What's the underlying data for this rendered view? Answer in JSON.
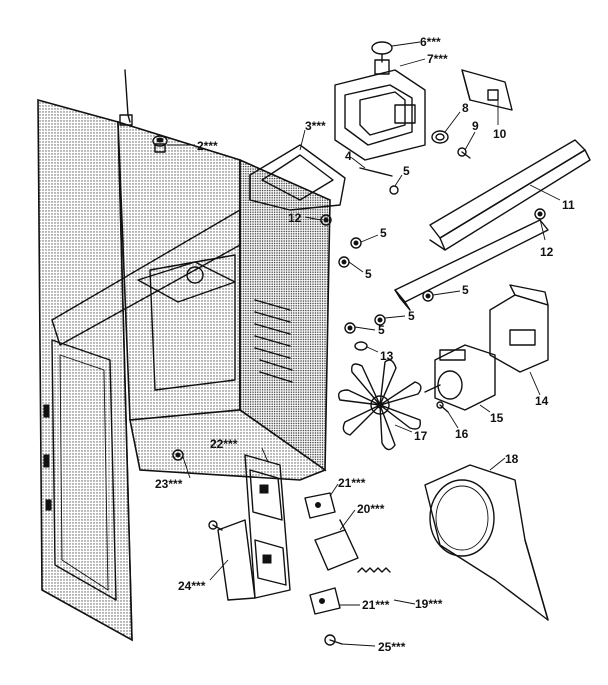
{
  "colors": {
    "ink": "#111111",
    "paper": "#ffffff",
    "stipple": "#8a8a8a"
  },
  "labels": [
    {
      "id": "p6",
      "text": "6***"
    },
    {
      "id": "p7",
      "text": "7***"
    },
    {
      "id": "p2",
      "text": "2***"
    },
    {
      "id": "p3",
      "text": "3***"
    },
    {
      "id": "p8",
      "text": "8"
    },
    {
      "id": "p9",
      "text": "9"
    },
    {
      "id": "p10",
      "text": "10"
    },
    {
      "id": "p4",
      "text": "4"
    },
    {
      "id": "p5a",
      "text": "5"
    },
    {
      "id": "p11",
      "text": "11"
    },
    {
      "id": "p12a",
      "text": "12"
    },
    {
      "id": "p12b",
      "text": "12"
    },
    {
      "id": "p5b",
      "text": "5"
    },
    {
      "id": "p5c",
      "text": "5"
    },
    {
      "id": "p5d",
      "text": "5"
    },
    {
      "id": "p5e",
      "text": "5"
    },
    {
      "id": "p5f",
      "text": "5"
    },
    {
      "id": "p13",
      "text": "13"
    },
    {
      "id": "p14",
      "text": "14"
    },
    {
      "id": "p15",
      "text": "15"
    },
    {
      "id": "p16",
      "text": "16"
    },
    {
      "id": "p17",
      "text": "17"
    },
    {
      "id": "p18",
      "text": "18"
    },
    {
      "id": "p22",
      "text": "22***"
    },
    {
      "id": "p23",
      "text": "23***"
    },
    {
      "id": "p21a",
      "text": "21***"
    },
    {
      "id": "p20",
      "text": "20***"
    },
    {
      "id": "p24",
      "text": "24***"
    },
    {
      "id": "p19",
      "text": "19***"
    },
    {
      "id": "p21b",
      "text": "21***"
    },
    {
      "id": "p25",
      "text": "25***"
    }
  ]
}
